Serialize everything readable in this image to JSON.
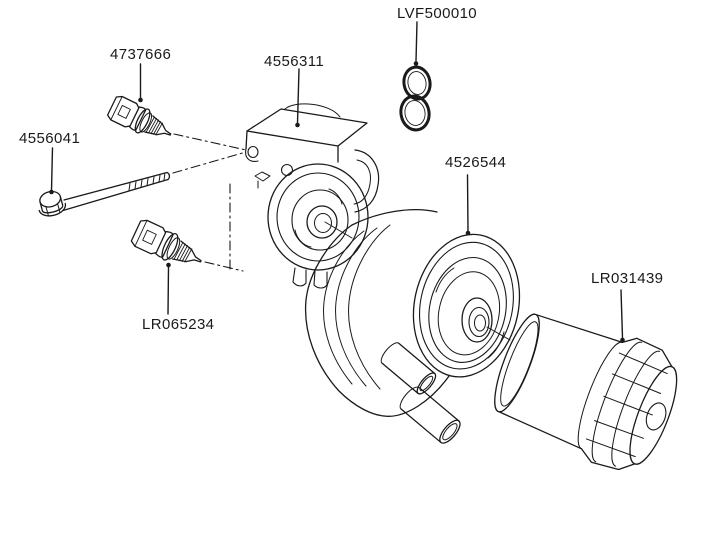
{
  "diagram": {
    "background_color": "#ffffff",
    "line_color": "#1a1a1a",
    "parts": [
      {
        "label": "4556041"
      },
      {
        "label": "4737666"
      },
      {
        "label": "4556311"
      },
      {
        "label": "LVF500010"
      },
      {
        "label": "4526544"
      },
      {
        "label": "LR031439"
      },
      {
        "label": "LR065234"
      }
    ]
  }
}
